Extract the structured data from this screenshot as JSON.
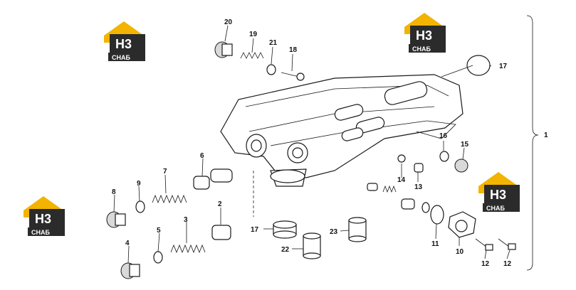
{
  "logos": [
    {
      "id": "logo-1",
      "top": "H3",
      "bottom": "CHAБ"
    },
    {
      "id": "logo-2",
      "top": "H3",
      "bottom": "CHAБ"
    },
    {
      "id": "logo-3",
      "top": "H3",
      "bottom": "CHAБ"
    },
    {
      "id": "logo-4",
      "top": "H3",
      "bottom": "CHAБ"
    }
  ],
  "callouts": [
    "1",
    "2",
    "3",
    "4",
    "5",
    "6",
    "7",
    "8",
    "9",
    "10",
    "11",
    "12",
    "12",
    "13",
    "14",
    "15",
    "16",
    "17",
    "17",
    "18",
    "19",
    "20",
    "21",
    "22",
    "23"
  ],
  "colors": {
    "logo_yellow": "#f2b400",
    "logo_dark": "#2b2b2b",
    "line": "#1a1a1a"
  }
}
